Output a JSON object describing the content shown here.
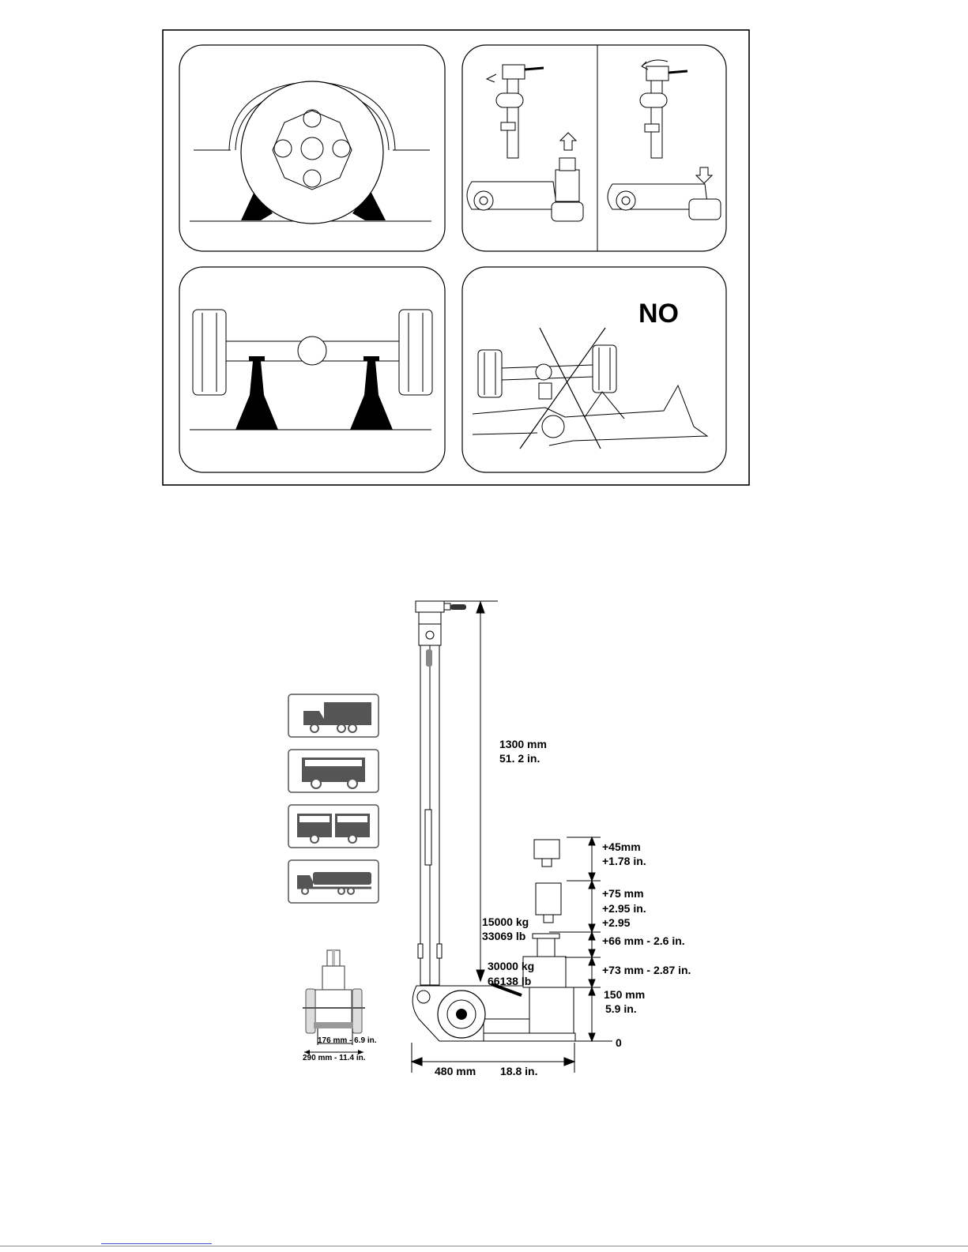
{
  "safety_panels": {
    "no_label": "NO"
  },
  "jack_spec": {
    "total_height": {
      "mm": "1300 mm",
      "in": "51. 2 in."
    },
    "ext_1": {
      "mm": "+45mm",
      "in": "+1.78 in."
    },
    "ext_2": {
      "mm": "+75 mm",
      "in": "+2.95 in.",
      "extra": "+2.95"
    },
    "stage_1": {
      "kg": "15000 kg",
      "lb": "33069 lb",
      "rise": "+66 mm - 2.6 in."
    },
    "stage_2": {
      "kg": "30000 kg",
      "lb": "66138 lb",
      "rise": "+73 mm - 2.87 in."
    },
    "min_height": {
      "mm": "150 mm",
      "in": "5.9 in."
    },
    "zero": "0",
    "length": {
      "mm": "480 mm",
      "in": "18.8 in."
    },
    "front_view": {
      "inner": "176 mm - 6.9 in.",
      "outer": "290 mm - 11.4 in."
    }
  },
  "vehicle_icons": [
    "truck-icon",
    "bus-icon",
    "articulated-bus-icon",
    "tanker-truck-icon"
  ]
}
